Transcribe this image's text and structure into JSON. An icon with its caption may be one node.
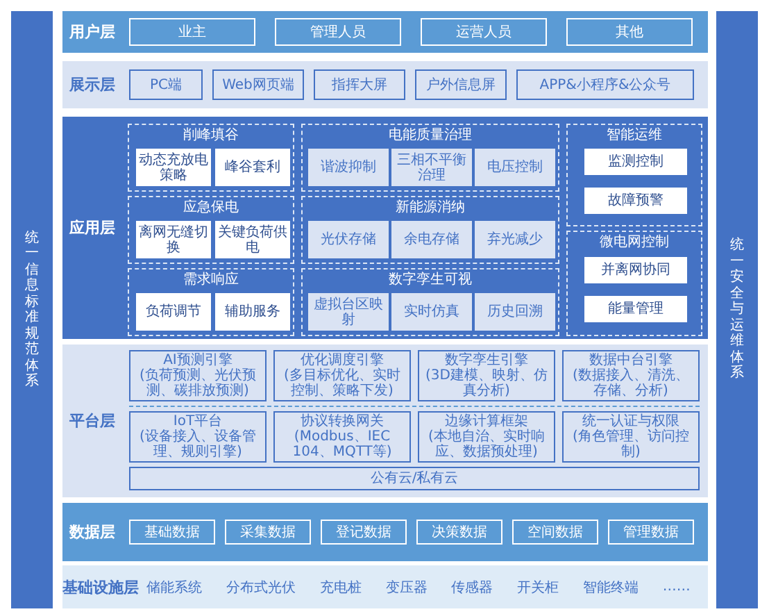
{
  "diagram": {
    "nodes": [
      {
        "text": [
          "统一信息标准规范体系"
        ]
      },
      {
        "text": [
          "统一安全与运维体系"
        ]
      },
      {
        "text": [
          "用户层"
        ]
      },
      {
        "text": [
          "业主"
        ],
        "in": 2
      },
      {
        "text": [
          "管理人员"
        ],
        "in": 2
      },
      {
        "text": [
          "运营人员"
        ],
        "in": 2
      },
      {
        "text": [
          "其他"
        ],
        "in": 2
      },
      {
        "text": [
          "展示层"
        ]
      },
      {
        "text": [
          "PC端"
        ],
        "in": 7
      },
      {
        "text": [
          "Web网页端"
        ],
        "in": 7
      },
      {
        "text": [
          "指挥大屏"
        ],
        "in": 7
      },
      {
        "text": [
          "户外信息屏"
        ],
        "in": 7
      },
      {
        "text": [
          "APP&小程序&公众号"
        ],
        "in": 7
      },
      {
        "text": [
          "应用层"
        ]
      },
      {
        "text": [
          "削峰填谷"
        ],
        "in": 13
      },
      {
        "text": [
          "动态充放电策略"
        ],
        "in": 14
      },
      {
        "text": [
          "峰谷套利"
        ],
        "in": 14
      },
      {
        "text": [
          "应急保电"
        ],
        "in": 13
      },
      {
        "text": [
          "离网无缝切换"
        ],
        "in": 17
      },
      {
        "text": [
          "关键负荷供电"
        ],
        "in": 17
      },
      {
        "text": [
          "需求响应"
        ],
        "in": 13
      },
      {
        "text": [
          "负荷调节"
        ],
        "in": 20
      },
      {
        "text": [
          "辅助服务"
        ],
        "in": 20
      },
      {
        "text": [
          "电能质量治理"
        ],
        "in": 13
      },
      {
        "text": [
          "谐波抑制"
        ],
        "in": 23
      },
      {
        "text": [
          "三相不平衡治理"
        ],
        "in": 23
      },
      {
        "text": [
          "电压控制"
        ],
        "in": 23
      },
      {
        "text": [
          "新能源消纳"
        ],
        "in": 13
      },
      {
        "text": [
          "光伏存储"
        ],
        "in": 27
      },
      {
        "text": [
          "余电存储"
        ],
        "in": 27
      },
      {
        "text": [
          "弃光减少"
        ],
        "in": 27
      },
      {
        "text": [
          "数字孪生可视"
        ],
        "in": 13
      },
      {
        "text": [
          "虚拟台区映射"
        ],
        "in": 31
      },
      {
        "text": [
          "实时仿真"
        ],
        "in": 31
      },
      {
        "text": [
          "历史回溯"
        ],
        "in": 31
      },
      {
        "text": [
          "智能运维"
        ],
        "in": 13
      },
      {
        "text": [
          "监测控制"
        ],
        "in": 35
      },
      {
        "text": [
          "故障预警"
        ],
        "in": 35
      },
      {
        "text": [
          "微电网控制"
        ],
        "in": 13
      },
      {
        "text": [
          "并离网协同"
        ],
        "in": 38
      },
      {
        "text": [
          "能量管理"
        ],
        "in": 38
      },
      {
        "text": [
          "平台层"
        ]
      },
      {
        "text": [
          "AI预测引擎",
          "(负荷预测、光伏预测、碳排放预测)"
        ],
        "in": 41
      },
      {
        "text": [
          "优化调度引擎",
          "(多目标优化、实时控制、策略下发)"
        ],
        "in": 41
      },
      {
        "text": [
          "数字孪生引擎",
          "(3D建模、映射、仿真分析)"
        ],
        "in": 41
      },
      {
        "text": [
          "数据中台引擎",
          "(数据接入、清洗、存储、分析)"
        ],
        "in": 41
      },
      {
        "text": [
          "IoT平台",
          "(设备接入、设备管理、规则引擎)"
        ],
        "in": 41
      },
      {
        "text": [
          "协议转换网关",
          "(Modbus、IEC 104、MQTT等)"
        ],
        "in": 41
      },
      {
        "text": [
          "边缘计算框架",
          "(本地自治、实时响应、数据预处理)"
        ],
        "in": 41
      },
      {
        "text": [
          "统一认证与权限",
          "(角色管理、访问控制)"
        ],
        "in": 41
      },
      {
        "text": [
          "公有云/私有云"
        ],
        "in": 41
      },
      {
        "text": [
          "数据层"
        ]
      },
      {
        "text": [
          "基础数据"
        ],
        "in": 51
      },
      {
        "text": [
          "采集数据"
        ],
        "in": 51
      },
      {
        "text": [
          "登记数据"
        ],
        "in": 51
      },
      {
        "text": [
          "决策数据"
        ],
        "in": 51
      },
      {
        "text": [
          "空间数据"
        ],
        "in": 51
      },
      {
        "text": [
          "管理数据"
        ],
        "in": 51
      },
      {
        "text": [
          "基础设施层",
          "储能系统",
          "分布式光伏",
          "充电桩",
          "变压器",
          "传感器",
          "开关柜",
          "智能终端",
          "……"
        ]
      }
    ]
  }
}
